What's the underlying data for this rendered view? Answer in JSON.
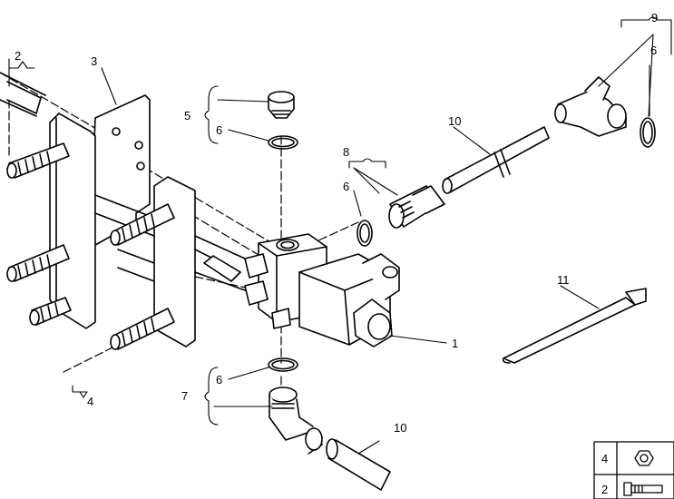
{
  "callouts": [
    {
      "id": "c2a",
      "text": "2"
    },
    {
      "id": "c3",
      "text": "3"
    },
    {
      "id": "c5",
      "text": "5"
    },
    {
      "id": "c6a",
      "text": "6"
    },
    {
      "id": "c8",
      "text": "8"
    },
    {
      "id": "c6b",
      "text": "6"
    },
    {
      "id": "c10a",
      "text": "10"
    },
    {
      "id": "c9",
      "text": "9"
    },
    {
      "id": "c6c",
      "text": "6"
    },
    {
      "id": "c11",
      "text": "11"
    },
    {
      "id": "c1",
      "text": "1"
    },
    {
      "id": "c7",
      "text": "7"
    },
    {
      "id": "c6d",
      "text": "6"
    },
    {
      "id": "c4",
      "text": "4"
    },
    {
      "id": "c10b",
      "text": "10"
    }
  ],
  "legend": [
    {
      "num": "4",
      "icon": "hex-nut-icon"
    },
    {
      "num": "2",
      "icon": "bolt-icon"
    }
  ]
}
